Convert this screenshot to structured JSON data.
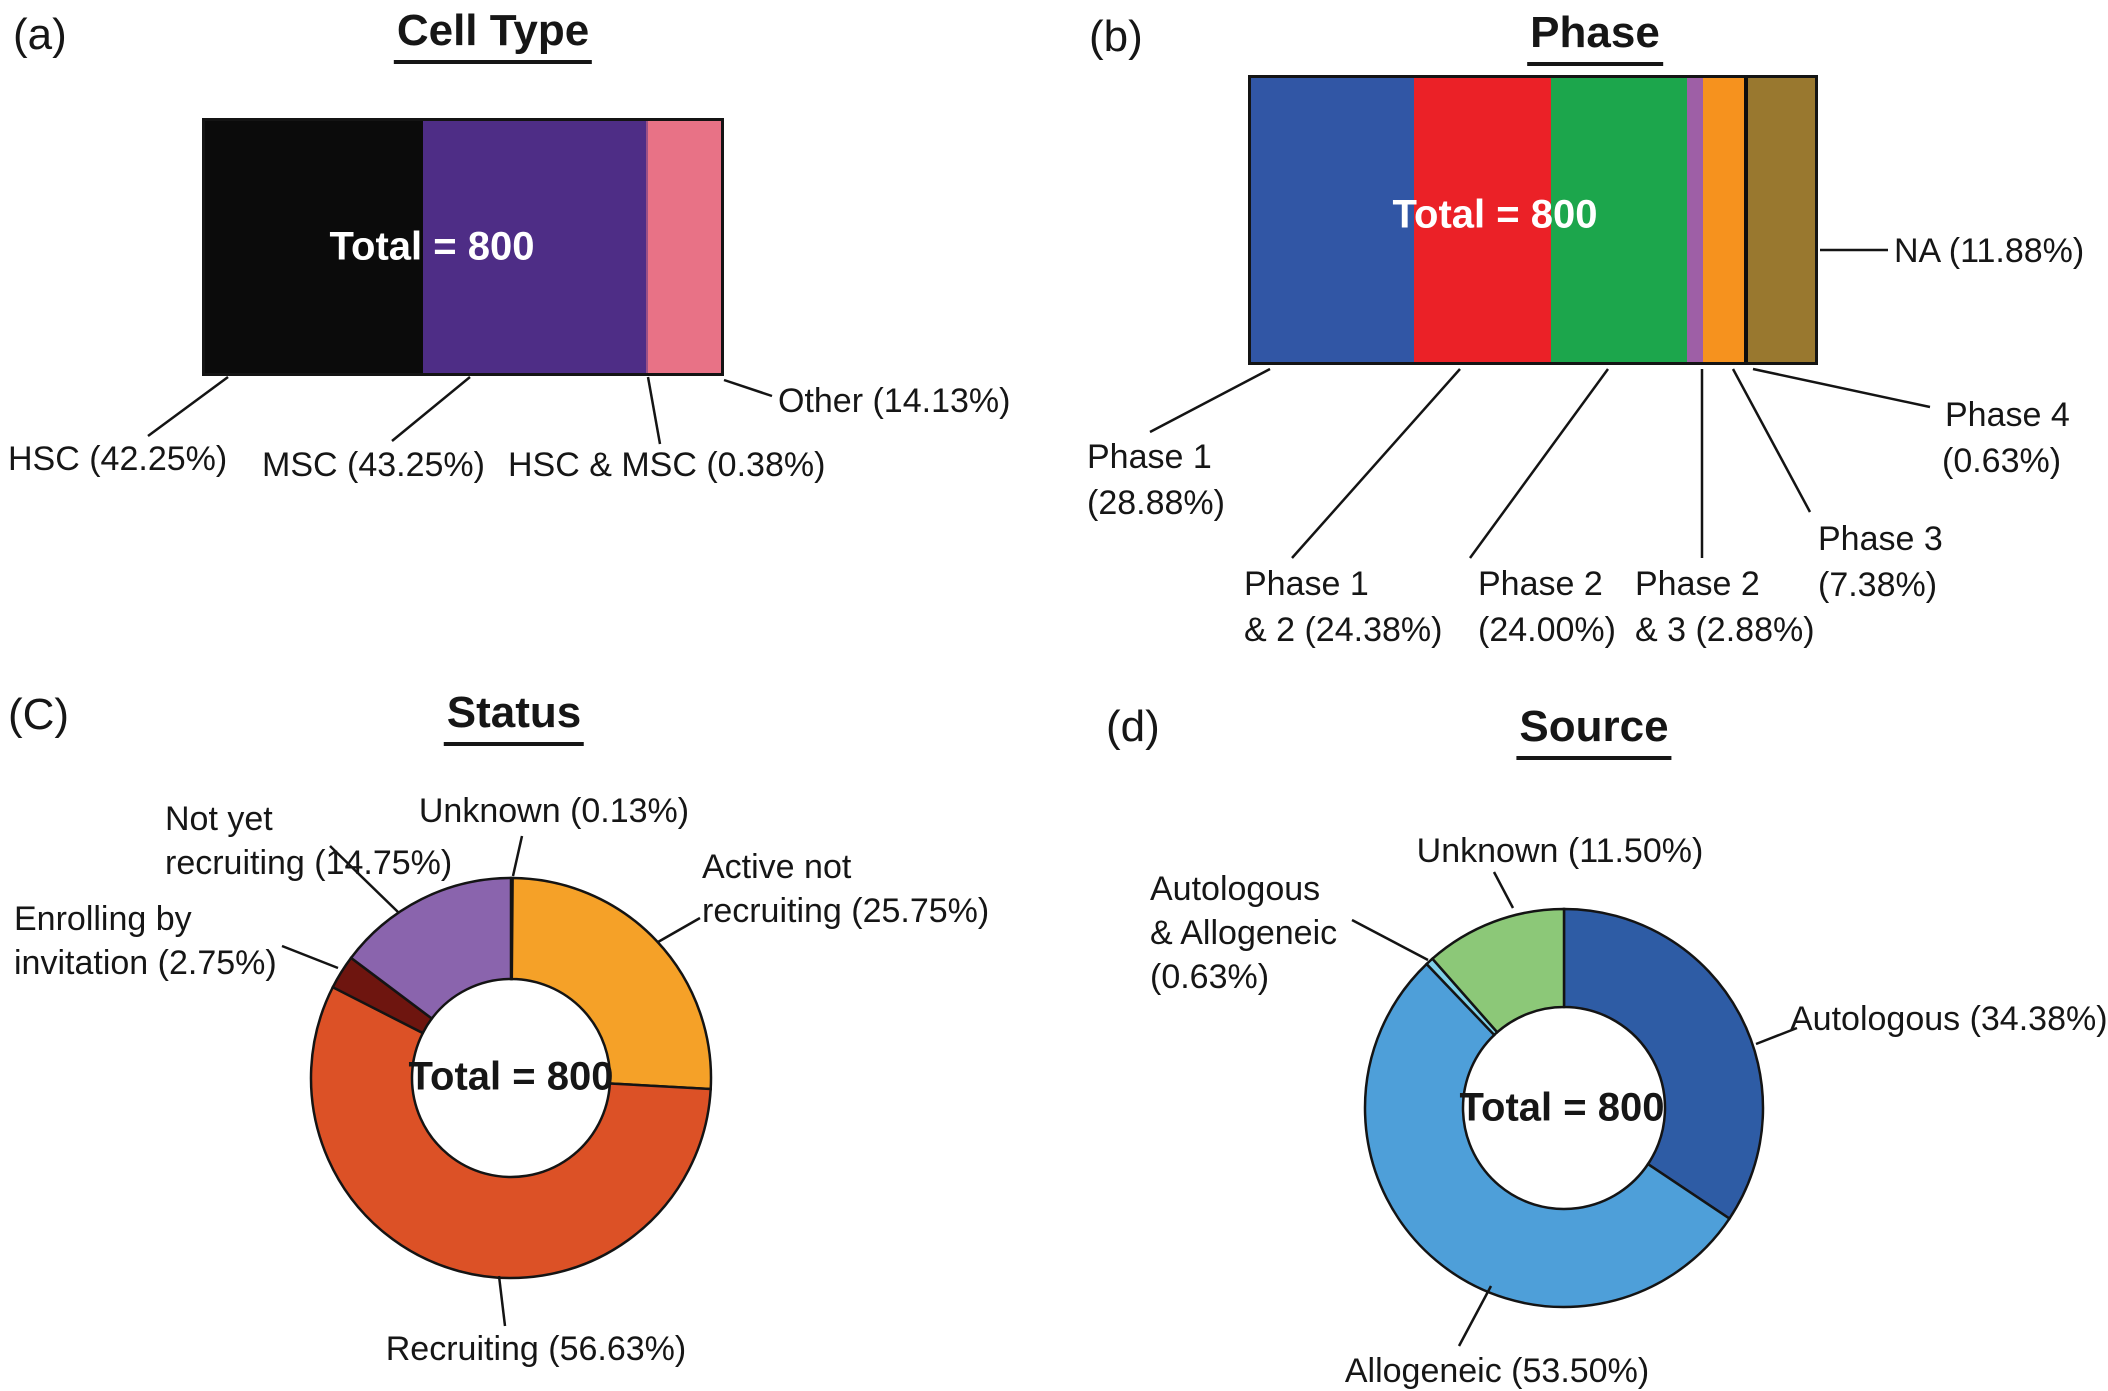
{
  "figure": {
    "background": "#ffffff",
    "ink_color": "#161616",
    "total": 800
  },
  "chart_data": [
    {
      "id": "a",
      "type": "bar",
      "variant": "horizontal-stacked-percentage",
      "letter": "(a)",
      "title": "Cell Type",
      "total": 800,
      "total_label": "Total = 800",
      "grid": false,
      "axes": false,
      "segments": [
        {
          "name": "HSC",
          "pct": 42.25,
          "color": "#0b0b0b",
          "label_lines": [
            "HSC (42.25%)"
          ]
        },
        {
          "name": "MSC",
          "pct": 43.25,
          "color": "#4e2d86",
          "label_lines": [
            "MSC (43.25%)"
          ]
        },
        {
          "name": "HSC & MSC",
          "pct": 0.38,
          "color": "#9b5086",
          "label_lines": [
            "HSC & MSC (0.38%)"
          ]
        },
        {
          "name": "Other",
          "pct": 14.13,
          "color": "#e87286",
          "label_lines": [
            "Other (14.13%)"
          ]
        }
      ]
    },
    {
      "id": "b",
      "type": "bar",
      "variant": "horizontal-stacked-percentage",
      "letter": "(b)",
      "title": "Phase",
      "total": 800,
      "total_label": "Total = 800",
      "grid": false,
      "axes": false,
      "segments": [
        {
          "name": "Phase 1",
          "pct": 28.88,
          "color": "#3156a5",
          "label_lines": [
            "Phase 1",
            "(28.88%)"
          ]
        },
        {
          "name": "Phase 1 & 2",
          "pct": 24.38,
          "color": "#eb2127",
          "label_lines": [
            "Phase 1",
            "& 2 (24.38%)"
          ]
        },
        {
          "name": "Phase 2",
          "pct": 24.0,
          "color": "#1ca64c",
          "label_lines": [
            "Phase 2",
            "(24.00%)"
          ]
        },
        {
          "name": "Phase 2 & 3",
          "pct": 2.88,
          "color": "#9e5fa6",
          "label_lines": [
            "Phase 2",
            "& 3 (2.88%)"
          ]
        },
        {
          "name": "Phase 3",
          "pct": 7.38,
          "color": "#f6921e",
          "label_lines": [
            "Phase 3",
            "(7.38%)"
          ]
        },
        {
          "name": "Phase 4",
          "pct": 0.63,
          "color": "#0d0d0d",
          "label_lines": [
            "Phase 4",
            "(0.63%)"
          ]
        },
        {
          "name": "NA",
          "pct": 11.88,
          "color": "#99782f",
          "label_lines": [
            "NA (11.88%)"
          ]
        }
      ]
    },
    {
      "id": "c",
      "type": "pie",
      "variant": "donut",
      "letter": "(C)",
      "title": "Status",
      "total": 800,
      "total_label": "Total = 800",
      "start_angle_deg": 0,
      "direction": "clockwise",
      "slices": [
        {
          "name": "Unknown",
          "pct": 0.13,
          "color": "#d9d9d9",
          "label_lines": [
            "Unknown (0.13%)"
          ]
        },
        {
          "name": "Active not recruiting",
          "pct": 25.75,
          "color": "#f5a128",
          "label_lines": [
            "Active not",
            "recruiting (25.75%)"
          ]
        },
        {
          "name": "Recruiting",
          "pct": 56.63,
          "color": "#dc5126",
          "label_lines": [
            "Recruiting (56.63%)"
          ]
        },
        {
          "name": "Enrolling by invitation",
          "pct": 2.75,
          "color": "#6e150f",
          "label_lines": [
            "Enrolling by",
            "invitation (2.75%)"
          ]
        },
        {
          "name": "Not yet recruiting",
          "pct": 14.75,
          "color": "#8a64ad",
          "label_lines": [
            "Not yet",
            "recruiting (14.75%)"
          ]
        }
      ]
    },
    {
      "id": "d",
      "type": "pie",
      "variant": "donut",
      "letter": "(d)",
      "title": "Source",
      "total": 800,
      "total_label": "Total = 800",
      "start_angle_deg": 0,
      "direction": "clockwise",
      "slices": [
        {
          "name": "Autologous",
          "pct": 34.38,
          "color": "#2e5ca5",
          "label_lines": [
            "Autologous (34.38%)"
          ]
        },
        {
          "name": "Allogeneic",
          "pct": 53.5,
          "color": "#4e9fd9",
          "label_lines": [
            "Allogeneic (53.50%)"
          ]
        },
        {
          "name": "Autologous & Allogeneic",
          "pct": 0.63,
          "color": "#7fd0e8",
          "label_lines": [
            "Autologous",
            "& Allogeneic",
            "(0.63%)"
          ]
        },
        {
          "name": "Unknown",
          "pct": 11.5,
          "color": "#8cc878",
          "label_lines": [
            "Unknown (11.50%)"
          ]
        }
      ]
    }
  ]
}
